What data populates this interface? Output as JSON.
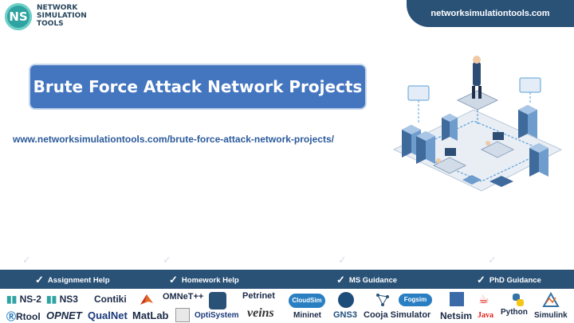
{
  "logo": {
    "initials": "NS",
    "line1": "NETWORK",
    "line2": "SIMULATION",
    "line3": "TOOLS"
  },
  "banner": {
    "site": "networksimulationtools.com"
  },
  "title": "Brute Force Attack Network Projects",
  "url": "www.networksimulationtools.com/brute-force-attack-network-projects/",
  "services": [
    {
      "label": "Assignment Help"
    },
    {
      "label": "Homework Help"
    },
    {
      "label": "MS  Guidance"
    },
    {
      "label": "PhD  Guidance"
    }
  ],
  "tools_row1": [
    "NS-2",
    "NS3",
    "Contiki",
    "OMNeT++",
    "Petrinet",
    "CloudSim",
    "Fogsim",
    "Python"
  ],
  "tools_row2": [
    "Rtool",
    "OPNET",
    "QualNet",
    "MatLab",
    "OptiSystem",
    "veins",
    "Mininet",
    "GNS3",
    "Cooja Simulator",
    "Netsim",
    "Java",
    "Simulink"
  ],
  "colors": {
    "banner": "#2a5277",
    "title_box": "#4476c0",
    "url": "#2b5a9a",
    "logo": "#2fa3a1"
  }
}
